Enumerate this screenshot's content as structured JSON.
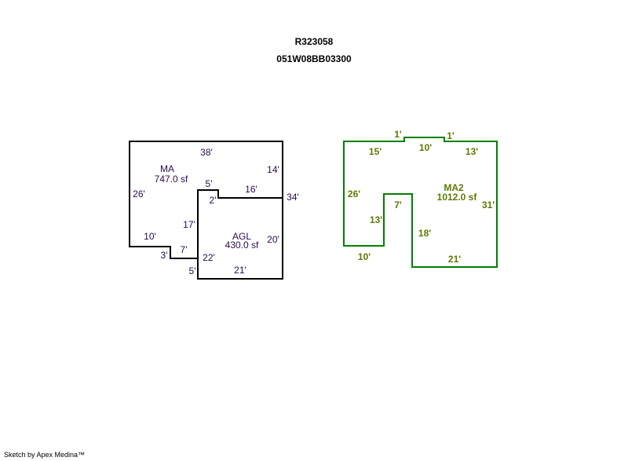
{
  "header": {
    "account": "R323058",
    "map_number": "051W08BB03300"
  },
  "colors": {
    "ma_lines": "#000000",
    "ma2_lines": "#008000",
    "ma_text": "#2a0a4a",
    "ma2_text": "#5a7a00"
  },
  "areas": {
    "ma": {
      "name": "MA",
      "area": "747.0 sf",
      "dims": {
        "top": "38'",
        "right_upper": "14'",
        "right_total": "34'",
        "left": "26'",
        "bottom_left": "10'",
        "step": "3'",
        "bottom_step": "7'",
        "inner": "17'",
        "notch_top": "5'",
        "notch_side": "2'",
        "inner_top": "16'",
        "agl_left": "22'",
        "agl_left_low": "5'"
      }
    },
    "agl": {
      "name": "AGL",
      "area": "430.0 sf",
      "dims": {
        "right": "20'",
        "bottom": "21'"
      }
    },
    "ma2": {
      "name": "MA2",
      "area": "1012.0 sf",
      "dims": {
        "bump_left": "1'",
        "bump_top": "10'",
        "bump_right": "1'",
        "top_left": "15'",
        "top_right": "13'",
        "left": "26'",
        "right": "31'",
        "notch_left": "13'",
        "notch_top": "7'",
        "notch_right": "18'",
        "bottom_left": "10'",
        "bottom_right": "21'"
      }
    }
  },
  "footer": "Sketch by Apex Medina™"
}
